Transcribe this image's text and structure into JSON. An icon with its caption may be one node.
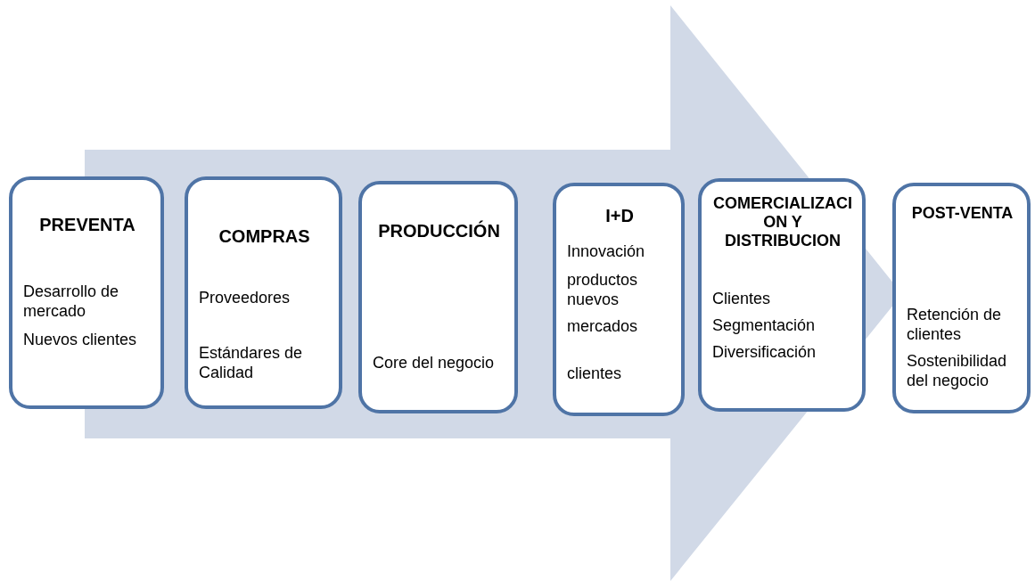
{
  "diagram": {
    "nodes": [
      {
        "text": [
          "PREVENTA",
          "Desarrollo de mercado",
          "Nuevos clientes"
        ]
      },
      {
        "text": [
          "COMPRAS",
          "Proveedores",
          "Estándares de Calidad"
        ]
      },
      {
        "text": [
          "PRODUCCIÓN",
          "Core del negocio"
        ]
      },
      {
        "text": [
          "I+D",
          "Innovación",
          "productos nuevos",
          "mercados",
          "clientes"
        ]
      },
      {
        "text": [
          "COMERCIALIZACION Y DISTRIBUCION",
          "Clientes",
          "Segmentación",
          "Diversificación"
        ]
      },
      {
        "text": [
          "POST-VENTA",
          "Retención de clientes",
          "Sostenibilidad del negocio"
        ]
      }
    ],
    "edges": [
      {
        "from": 0,
        "to": 5,
        "arrow": "to"
      }
    ]
  }
}
